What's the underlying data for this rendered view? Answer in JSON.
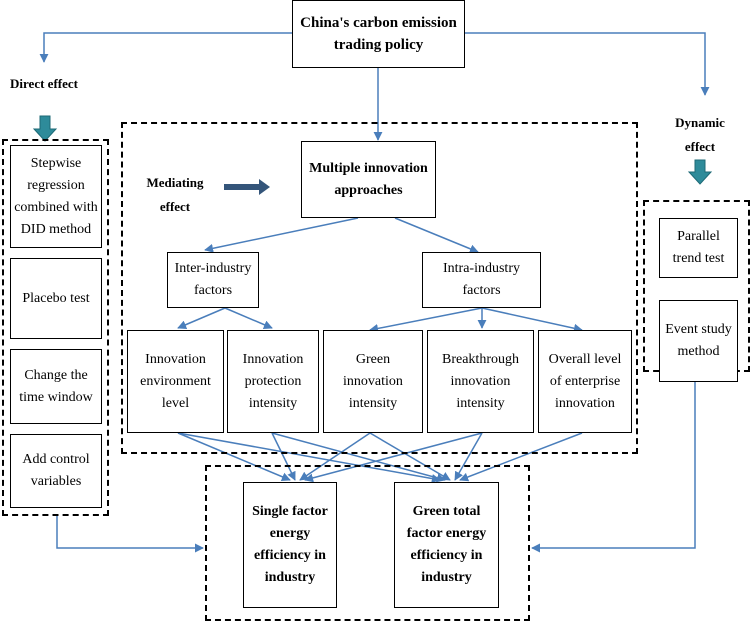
{
  "diagram": {
    "top_box": "China's carbon emission trading policy",
    "direct_effect": {
      "label": "Direct effect",
      "items": [
        "Stepwise regression combined with DID method",
        "Placebo test",
        "Change the time window",
        "Add control variables"
      ]
    },
    "mediating_effect": {
      "label": "Mediating effect",
      "center": "Multiple innovation approaches",
      "inter_industry": "Inter-industry factors",
      "intra_industry": "Intra-industry factors",
      "factors": [
        "Innovation environment level",
        "Innovation protection intensity",
        "Green innovation intensity",
        "Breakthrough innovation intensity",
        "Overall level of enterprise innovation"
      ]
    },
    "dynamic_effect": {
      "label": "Dynamic effect",
      "items": [
        "Parallel trend test",
        "Event study method"
      ]
    },
    "outcomes": [
      "Single factor energy efficiency in industry",
      "Green total factor energy efficiency in industry"
    ]
  },
  "colors": {
    "connector": "#4a7ebb",
    "teal_arrow": "#2e8b9a",
    "navy_arrow": "#34557a",
    "border": "#000000"
  }
}
